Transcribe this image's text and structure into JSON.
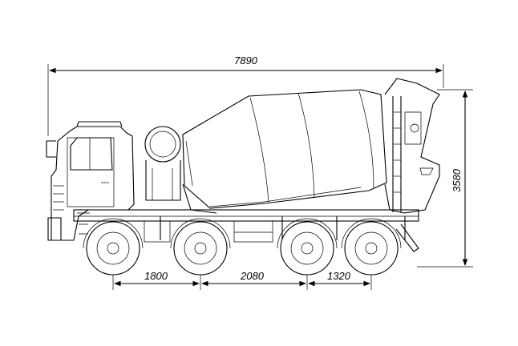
{
  "dimensions": {
    "overall_length": "7890",
    "overall_height": "3580",
    "wheelbase_1": "1800",
    "wheelbase_2": "2080",
    "wheelbase_3": "1320"
  },
  "colors": {
    "line": "#000000",
    "background": "#ffffff"
  }
}
